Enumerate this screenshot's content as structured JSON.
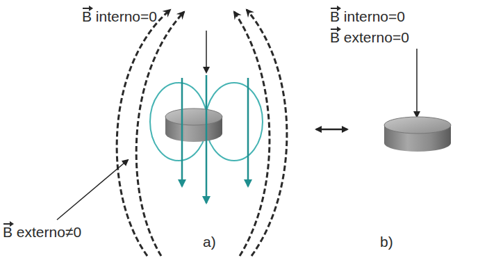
{
  "diagram": {
    "labels": [
      "B interno=0",
      "B interno=0",
      "B externo=0",
      "B externo≠0",
      "a)",
      "b)"
    ]
  }
}
